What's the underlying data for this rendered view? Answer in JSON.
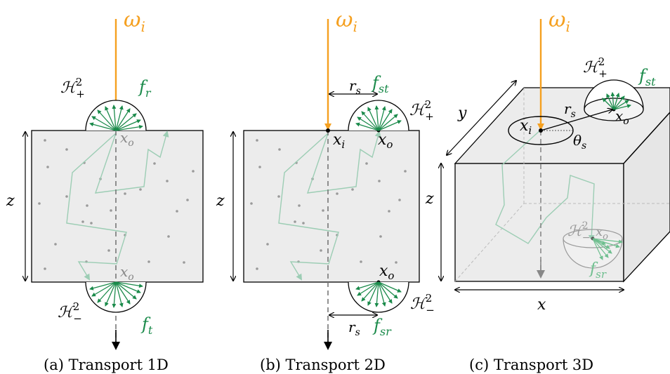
{
  "colors": {
    "incident": "#f5a020",
    "scatter": "#1a8a4a",
    "path": "#9ccdb4",
    "slab": "#ececec",
    "dots": "#9a9a9a",
    "stroke": "#000000",
    "grey_text": "#888888"
  },
  "panels": {
    "p1": {
      "caption": "(a) Transport 1D",
      "omega": "ω",
      "omega_sub": "i",
      "h_top": "ℋ",
      "h_top_sup": "2",
      "h_top_sub": "+",
      "h_bot": "ℋ",
      "h_bot_sup": "2",
      "h_bot_sub": "−",
      "fr": "f",
      "fr_sub": "r",
      "ft": "f",
      "ft_sub": "t",
      "xo_top": "x",
      "xo_top_sub": "o",
      "xo_bot": "x",
      "xo_bot_sub": "o",
      "z": "z"
    },
    "p2": {
      "caption": "(b) Transport 2D",
      "omega": "ω",
      "omega_sub": "i",
      "h_top": "ℋ",
      "h_top_sup": "2",
      "h_top_sub": "+",
      "h_bot": "ℋ",
      "h_bot_sup": "2",
      "h_bot_sub": "−",
      "fst": "f",
      "fst_sub": "st",
      "fsr": "f",
      "fsr_sub": "sr",
      "rs_top": "r",
      "rs_top_sub": "s",
      "rs_bot": "r",
      "rs_bot_sub": "s",
      "xi": "x",
      "xi_sub": "i",
      "xo_top": "x",
      "xo_top_sub": "o",
      "xo_bot": "x",
      "xo_bot_sub": "o",
      "z": "z"
    },
    "p3": {
      "caption": "(c) Transport 3D",
      "omega": "ω",
      "omega_sub": "i",
      "h_top": "ℋ",
      "h_top_sup": "2",
      "h_top_sub": "+",
      "h_bot": "ℋ",
      "h_bot_sup": "2",
      "h_bot_sub": "−",
      "fst": "f",
      "fst_sub": "st",
      "fsr": "f",
      "fsr_sub": "sr",
      "rs": "r",
      "rs_sub": "s",
      "theta": "θ",
      "theta_sub": "s",
      "xi": "x",
      "xi_sub": "i",
      "xo_top": "x",
      "xo_top_sub": "o",
      "xo_bot": "x",
      "xo_bot_sub": "o",
      "x": "x",
      "y": "y",
      "z": "z"
    }
  }
}
